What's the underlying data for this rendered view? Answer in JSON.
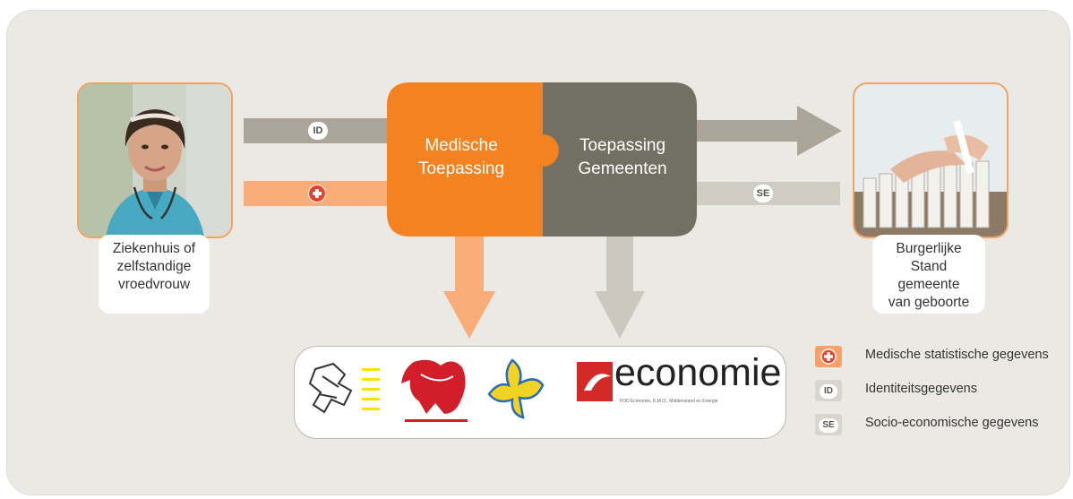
{
  "center": {
    "left_label": "Medische\nToepassing",
    "right_label": "Toepassing\nGemeenten"
  },
  "left_actor": {
    "caption": "Ziekenhuis of\nzelfstandige\nvroedvrouw",
    "image": "nurse-photo"
  },
  "right_actor": {
    "caption": "Burgerlijke\nStand gemeente\nvan geboorte",
    "image": "filing-photo"
  },
  "flows": {
    "id_badge": "ID",
    "medical_badge": "+",
    "se_badge": "SE"
  },
  "logos": {
    "items": [
      "flanders-lion-icon",
      "wallonia-rooster-icon",
      "brussels-iris-icon",
      "economie-logo"
    ],
    "economie_text": "economie",
    "economie_subtext": "FOD Economie, K.M.O., Middenstand en Energie"
  },
  "legend": [
    {
      "badge": "+",
      "label": "Medische statistische gegevens",
      "color": "#f58220"
    },
    {
      "badge": "ID",
      "label": "Identiteitsgegevens",
      "color": "#d8d5ce"
    },
    {
      "badge": "SE",
      "label": "Socio-economische gegevens",
      "color": "#d8d5ce"
    }
  ],
  "colors": {
    "orange": "#f58220",
    "light_orange": "#f9ad79",
    "dark_grey": "#726f63",
    "grey_arrow": "#aaa598",
    "light_grey_arrow": "#ccc8bf",
    "panel": "#ebe9e4"
  }
}
